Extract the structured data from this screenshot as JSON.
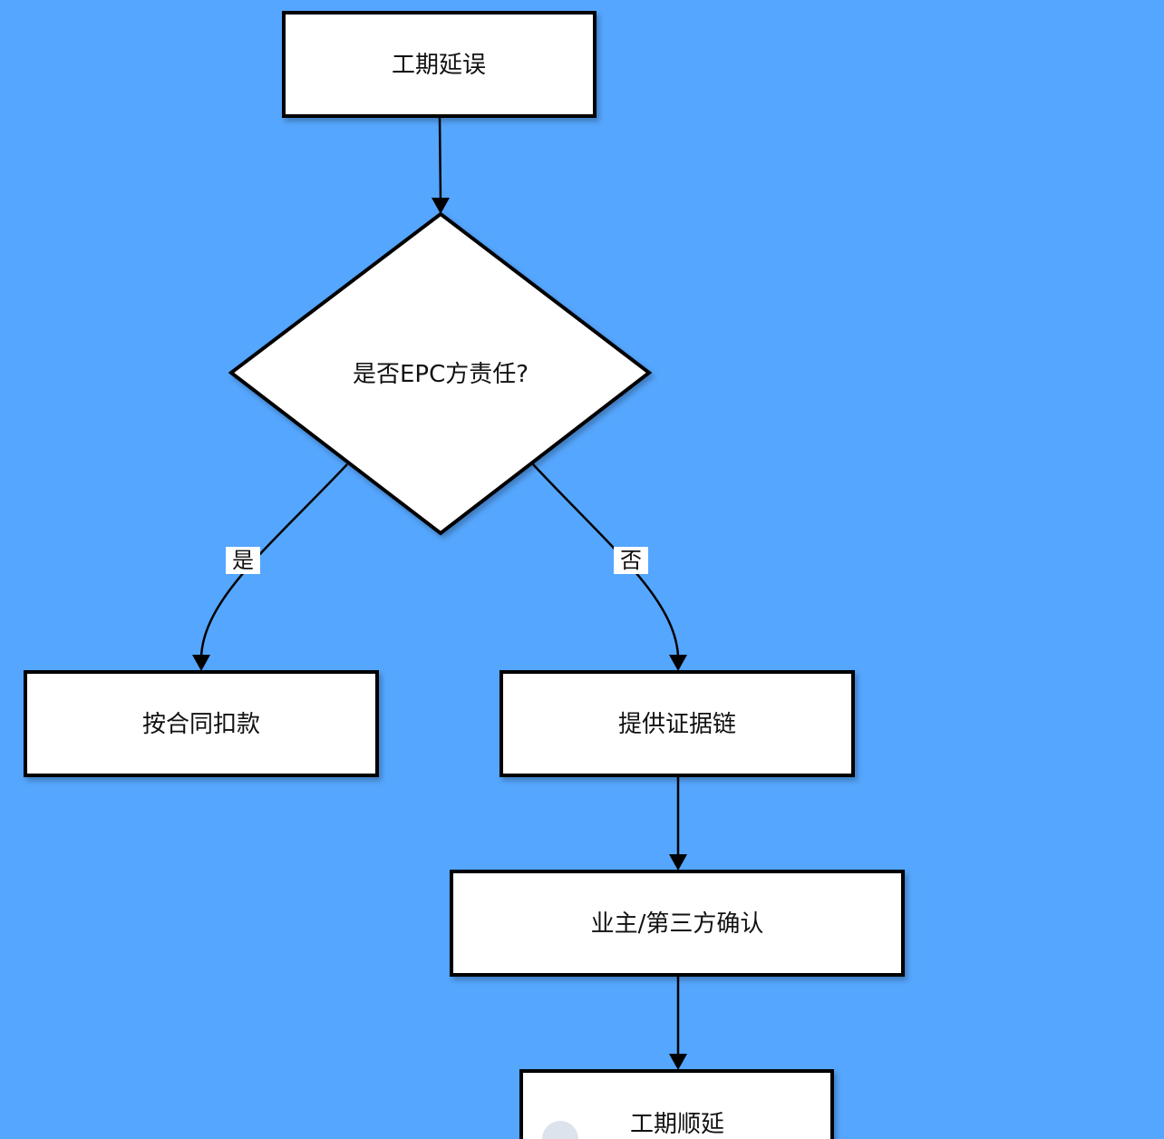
{
  "diagram": {
    "nodes": {
      "start": {
        "label": "工期延误"
      },
      "decision": {
        "label": "是否EPC方责任?"
      },
      "deduct": {
        "label": "按合同扣款"
      },
      "evidence": {
        "label": "提供证据链"
      },
      "confirm": {
        "label": "业主/第三方确认"
      },
      "extend": {
        "label": "工期顺延"
      }
    },
    "edges": {
      "yes_label": "是",
      "no_label": "否"
    }
  },
  "colors": {
    "background": "#55a6fe",
    "node_fill": "#ffffff",
    "stroke": "#000000"
  }
}
